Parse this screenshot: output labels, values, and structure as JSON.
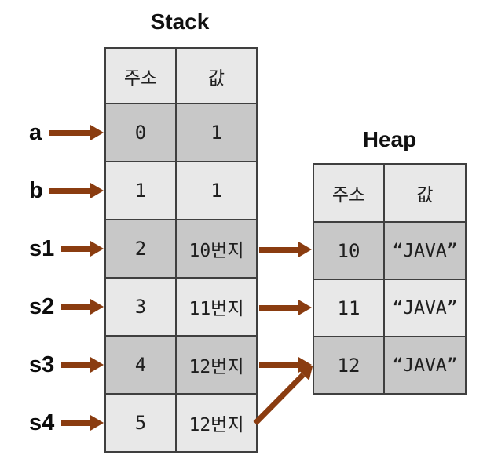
{
  "colors": {
    "arrow": "#8a3c10",
    "cell_dark": "#c8c8c8",
    "cell_light": "#e8e8e8",
    "border": "#3f3f3f",
    "text": "#1c1c1c"
  },
  "stack": {
    "title": "Stack",
    "headers": {
      "address": "주소",
      "value": "값"
    },
    "rows": [
      {
        "label": "a",
        "address": "0",
        "value": "1"
      },
      {
        "label": "b",
        "address": "1",
        "value": "1"
      },
      {
        "label": "s1",
        "address": "2",
        "value": "10번지"
      },
      {
        "label": "s2",
        "address": "3",
        "value": "11번지"
      },
      {
        "label": "s3",
        "address": "4",
        "value": "12번지"
      },
      {
        "label": "s4",
        "address": "5",
        "value": "12번지"
      }
    ]
  },
  "heap": {
    "title": "Heap",
    "headers": {
      "address": "주소",
      "value": "값"
    },
    "rows": [
      {
        "address": "10",
        "value": "“JAVA”"
      },
      {
        "address": "11",
        "value": "“JAVA”"
      },
      {
        "address": "12",
        "value": "“JAVA”"
      }
    ]
  },
  "pointers": [
    {
      "from": "a",
      "to": "stack-0"
    },
    {
      "from": "b",
      "to": "stack-1"
    },
    {
      "from": "s1",
      "to": "stack-2"
    },
    {
      "from": "s2",
      "to": "stack-3"
    },
    {
      "from": "s3",
      "to": "stack-4"
    },
    {
      "from": "s4",
      "to": "stack-5"
    },
    {
      "from": "stack-2",
      "to": "heap-10"
    },
    {
      "from": "stack-3",
      "to": "heap-11"
    },
    {
      "from": "stack-4",
      "to": "heap-12"
    },
    {
      "from": "stack-5",
      "to": "heap-12"
    }
  ]
}
